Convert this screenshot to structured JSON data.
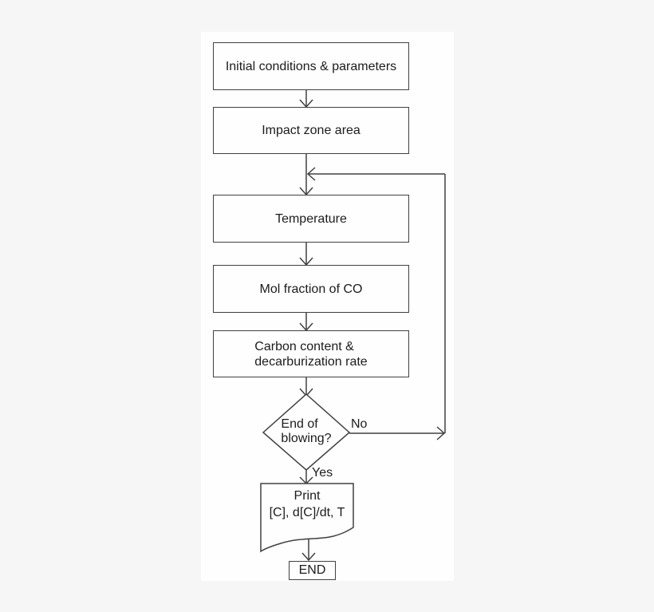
{
  "colors": {
    "page_bg": "#f5f6f5",
    "panel_bg": "#fefefe",
    "line": "#414141",
    "text": "#1c1c1c"
  },
  "flowchart": {
    "nodes": [
      {
        "id": "initial-conditions",
        "type": "process",
        "label": "Initial conditions & parameters"
      },
      {
        "id": "impact-zone-area",
        "type": "process",
        "label": "Impact zone area"
      },
      {
        "id": "temperature",
        "type": "process",
        "label": "Temperature"
      },
      {
        "id": "mol-fraction-co",
        "type": "process",
        "label": "Mol fraction of CO"
      },
      {
        "id": "carbon-content",
        "type": "process",
        "lines": [
          "Carbon content &",
          "decarburization rate"
        ]
      },
      {
        "id": "end-of-blowing",
        "type": "decision",
        "lines": [
          "End of",
          "blowing?"
        ]
      },
      {
        "id": "print-output",
        "type": "document",
        "lines": [
          "Print",
          "[C], d[C]/dt, T"
        ]
      },
      {
        "id": "end",
        "type": "terminator",
        "label": "END"
      }
    ],
    "branch_labels": {
      "no": "No",
      "yes": "Yes"
    }
  }
}
